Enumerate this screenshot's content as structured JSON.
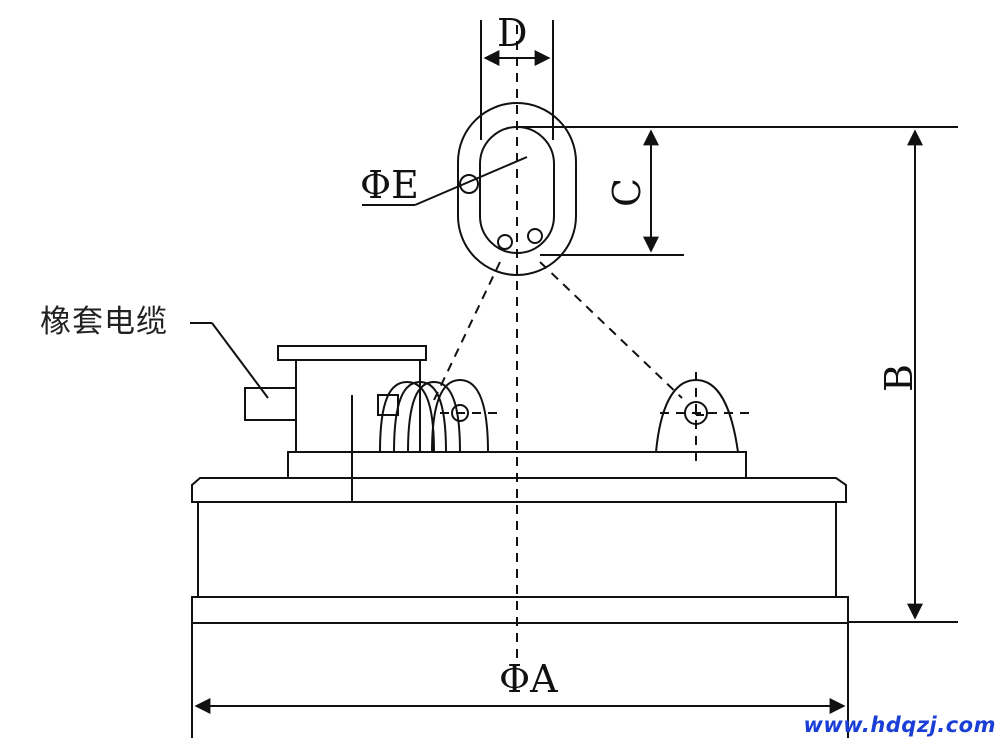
{
  "labels": {
    "dim_D": "D",
    "dim_E": "ΦE",
    "dim_C": "C",
    "dim_B": "B",
    "dim_A": "ΦA",
    "cable": "橡套电缆"
  },
  "watermark": "www.hdqzj.com",
  "colors": {
    "line": "#111111",
    "watermark": "#1a3fd6"
  }
}
